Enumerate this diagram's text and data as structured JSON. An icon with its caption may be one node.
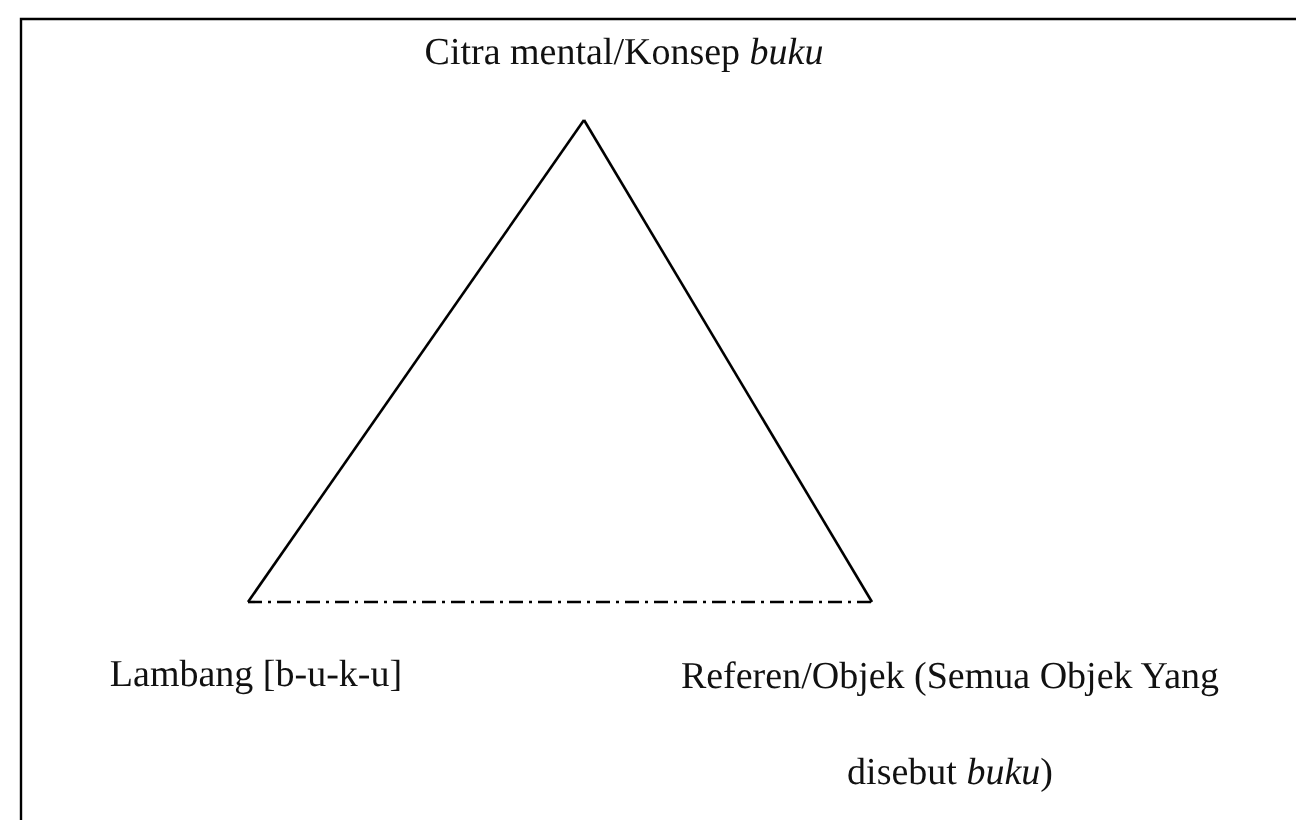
{
  "diagram": {
    "nodes": [
      {
        "text": [
          "Citra mental/Konsep *buku*"
        ]
      },
      {
        "text": [
          "Lambang [b-u-k-u]"
        ]
      },
      {
        "text": [
          "Referen/Objek (Semua Objek Yang disebut *buku*)"
        ]
      }
    ],
    "edges": [
      {
        "from": 0,
        "to": 1,
        "arrow": "none"
      },
      {
        "from": 0,
        "to": 2,
        "arrow": "none"
      },
      {
        "from": 1,
        "to": 2,
        "arrow": "none",
        "style": "dashed"
      }
    ]
  }
}
